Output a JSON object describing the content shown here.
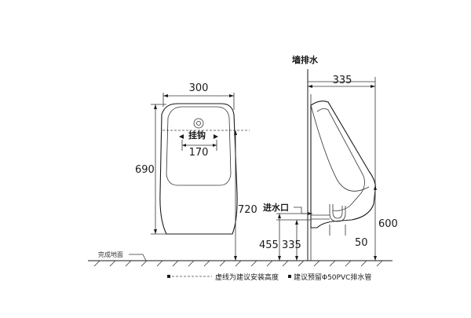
{
  "front_view": {
    "width_dim": "300",
    "height_dim": "690",
    "hook_label": "挂钩",
    "hook_spacing_dim": "170",
    "mount_height_dim": "720"
  },
  "side_view": {
    "wall_drain_label": "墙排水",
    "depth_dim": "335",
    "inlet_label": "进水口",
    "inlet_height_a": "455",
    "inlet_height_b": "335",
    "drain_offset_dim": "50",
    "drain_height_dim": "600"
  },
  "floor_label": "完成地面",
  "legend": {
    "dashed_note": "虚线为建议安装高度",
    "pipe_note": "建议预留Φ50PVC排水管"
  }
}
